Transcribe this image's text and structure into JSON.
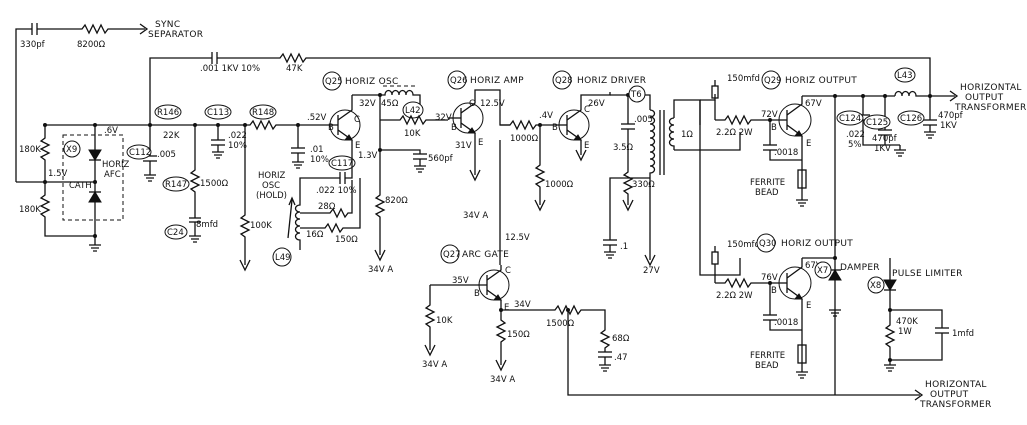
{
  "sync_separator": "SYNC\nSEPARATOR",
  "horizontal_output_transformer_top": "HORIZONTAL\nOUTPUT\nTRANSFORMER",
  "horizontal_output_transformer_bottom": "HORIZONTAL\nOUTPUT\nTRANSFORMER",
  "sections": {
    "horiz_osc": "HORIZ OSC",
    "horiz_amp": "HORIZ AMP",
    "horiz_driver": "HORIZ DRIVER",
    "horiz_output_1": "HORIZ OUTPUT",
    "horiz_output_2": "HORIZ OUTPUT",
    "arc_gate": "ARC GATE",
    "damper": "DAMPER",
    "pulse_limiter": "PULSE LIMITER",
    "horiz_afc": "HORIZ\nAFC",
    "cath": "CATH",
    "horiz_osc_hold": "HORIZ\nOSC\n(HOLD)",
    "ferrite_bead_1": "FERRITE\nBEAD",
    "ferrite_bead_2": "FERRITE\nBEAD"
  },
  "refs": [
    "Q25",
    "Q26",
    "Q28",
    "Q29",
    "Q30",
    "Q27",
    "X9",
    "X7",
    "X8",
    "C112",
    "C113",
    "C117",
    "C24",
    "C124",
    "C125",
    "C126",
    "L42",
    "L43",
    "L49",
    "T6",
    "R146",
    "R147",
    "R148"
  ],
  "values": {
    "c_330pf": "330pf",
    "r_8200": "8200Ω",
    "c_001_1kv": ".001 1KV 10%",
    "r_47k": "47K",
    "r_180k_top": "180K",
    "r_180k_bot": "180K",
    "v_6": ".6V",
    "v_1_5": "1.5V",
    "r_22k": "22K",
    "c_005a": ".005",
    "c_022a": ".022\n10%",
    "r_1500": "1500Ω",
    "c_8mfd": "8mfd",
    "v_52": ".52V",
    "v_32a": "32V",
    "v_1_3": "1.3V",
    "c_01": ".01\n10%",
    "c_022b": ".022 10%",
    "r_100k": "100K",
    "r_28": "28Ω",
    "r_16": "16Ω",
    "r_150a": "150Ω",
    "r_820": "820Ω",
    "r_45": "45Ω",
    "r_10ka": "10K",
    "c_560pf": "560pf",
    "v_32b": "32V",
    "v_12_5a": "12.5V",
    "v_31": "31V",
    "v_34a1": "34V  A",
    "v_34a2": "34V  A",
    "r_1000a": "1000Ω",
    "v_4": ".4V",
    "r_1000b": "1000Ω",
    "v_26": "26V",
    "c_005b": ".005",
    "r_3_5": "3.5Ω",
    "r_330": "330Ω",
    "c_1": ".1",
    "v_27": "27V",
    "r_1": "1Ω",
    "c_150mfd_a": "150mfd",
    "r_2_2_a": "2.2Ω  2W",
    "v_72": "72V",
    "v_67a": "67V",
    "c_0018a": ".0018",
    "c_022c": ".022\n5%",
    "c_470pf_a": "470pf\n1KV",
    "c_470pf_b": "470pf\n1KV",
    "c_150mfd_b": "150mfd",
    "r_2_2_b": "2.2Ω  2W",
    "v_76": "76V",
    "v_67b": "67V",
    "c_0018b": ".0018",
    "v_12_5b": "12.5V",
    "v_35": "35V",
    "v_34": "34V",
    "r_10kb": "10K",
    "v_34a3": "34V  A",
    "r_150b": "150Ω",
    "v_34a4": "34V  A",
    "r_1500b": "1500Ω",
    "r_68": "68Ω",
    "c_47": ".47",
    "r_470k": "470K\n1W",
    "c_1mfd": "1mfd"
  }
}
